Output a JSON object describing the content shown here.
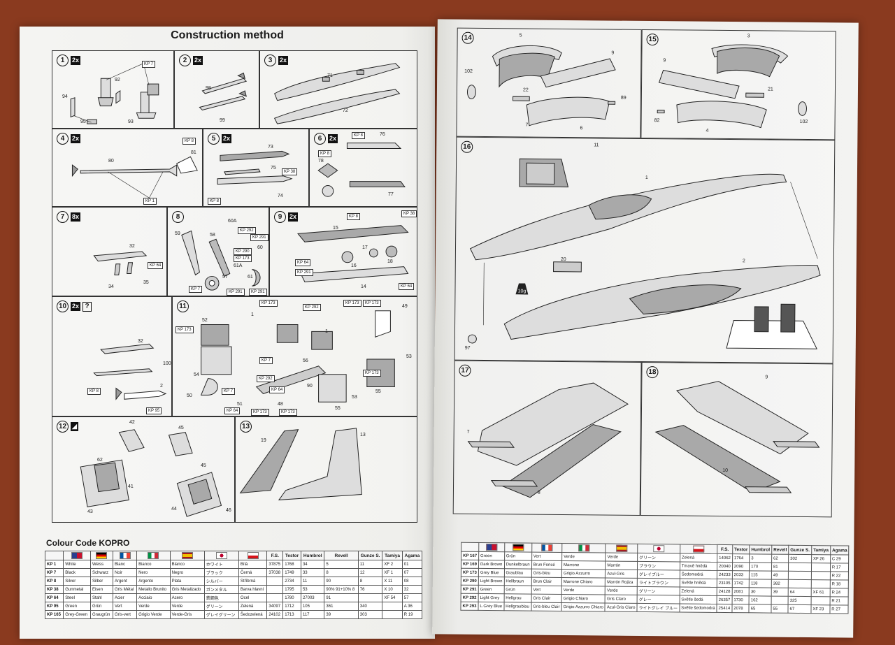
{
  "left_page": {
    "title": "Construction method",
    "steps": [
      {
        "num": "1",
        "mult": "2x",
        "labels": [
          "KP 7",
          "92",
          "94",
          "95",
          "93"
        ]
      },
      {
        "num": "2",
        "mult": "2x",
        "labels": [
          "98",
          "99"
        ]
      },
      {
        "num": "3",
        "mult": "2x",
        "labels": [
          "71",
          "72"
        ]
      },
      {
        "num": "4",
        "mult": "2x",
        "labels": [
          "KP 8",
          "81",
          "80",
          "KP 1"
        ]
      },
      {
        "num": "5",
        "mult": "2x",
        "labels": [
          "73",
          "75",
          "KP 38",
          "74",
          "KP 8"
        ]
      },
      {
        "num": "6",
        "mult": "2x",
        "labels": [
          "KP 8",
          "76",
          "KP 8",
          "78",
          "77"
        ]
      },
      {
        "num": "7",
        "mult": "8x",
        "labels": [
          "32",
          "KP 64",
          "34",
          "35"
        ]
      },
      {
        "num": "8",
        "mult": "",
        "labels": [
          "60A",
          "KP 292",
          "KP 291",
          "59",
          "58",
          "60",
          "KP 290",
          "KP 173",
          "61A",
          "57",
          "61",
          "KP 7",
          "KP 291",
          "KP 291"
        ]
      },
      {
        "num": "9",
        "mult": "2x",
        "labels": [
          "KP 8",
          "KP 38",
          "15",
          "17",
          "KP 64",
          "16",
          "18",
          "KP 291",
          "14",
          "KP 64"
        ]
      },
      {
        "num": "10",
        "mult": "2x",
        "question": "?",
        "labels": [
          "32",
          "100",
          "2",
          "KP 8",
          "KP 95"
        ]
      },
      {
        "num": "11",
        "mult": "",
        "labels": [
          "1",
          "KP 173",
          "KP 292",
          "KP 173",
          "KP 173",
          "49",
          "KP 173",
          "52",
          "1",
          "KP 7",
          "56",
          "54",
          "53",
          "KP 292",
          "KP 64",
          "90",
          "KP 7",
          "KP 173",
          "55",
          "50",
          "51",
          "KP 64",
          "48",
          "KP 173",
          "KP 173",
          "53",
          "55"
        ]
      },
      {
        "num": "12",
        "mult": "",
        "labels": [
          "42",
          "45",
          "62",
          "41",
          "45",
          "43",
          "44",
          "46"
        ]
      },
      {
        "num": "13",
        "mult": "",
        "labels": [
          "19",
          "13"
        ]
      }
    ],
    "colour_heading": "Colour Code KOPRO",
    "table_headers": [
      "",
      "",
      "",
      "",
      "",
      "",
      "",
      "",
      "F.S.",
      "Testor",
      "Humbrol",
      "Revell",
      "Gunze S.",
      "Tamiya",
      "Agama"
    ],
    "table_rows": [
      [
        "KP 1",
        "White",
        "Weiss",
        "Blanc",
        "Bianco",
        "Blanco",
        "ホワイト",
        "Bílá",
        "37875",
        "1768",
        "34",
        "5",
        "11",
        "XF 2",
        "01"
      ],
      [
        "KP 7",
        "Black",
        "Schwarz",
        "Noir",
        "Nero",
        "Negro",
        "ブラック",
        "Černá",
        "37038",
        "1749",
        "33",
        "8",
        "12",
        "XF 1",
        "07"
      ],
      [
        "KP 8",
        "Silver",
        "Silber",
        "Argent",
        "Argento",
        "Plata",
        "シルバー",
        "Stříbrná",
        "",
        "2734",
        "11",
        "90",
        "8",
        "X 11",
        "08"
      ],
      [
        "KP 38",
        "Gunmetal",
        "Eisen",
        "Gris Métal",
        "Metallo Brunito",
        "Gris Metalizado",
        "ガンメタル",
        "Barva hlavní",
        "",
        "1795",
        "53",
        "90% 91+10% 8",
        "76",
        "X 10",
        "32"
      ],
      [
        "KP 64",
        "Steel",
        "Stahl",
        "Acier",
        "Acciaio",
        "Acero",
        "鉄鋼色",
        "Ocel",
        "",
        "1780",
        "27003",
        "91",
        "",
        "XF 54",
        "57"
      ],
      [
        "KP 95",
        "Green",
        "Grün",
        "Vert",
        "Verde",
        "Verde",
        "グリーン",
        "Zelená",
        "34097",
        "1712",
        "105",
        "361",
        "340",
        "",
        "A 36"
      ],
      [
        "KP 165",
        "Grey-Green",
        "Graugrün",
        "Gris-vert",
        "Grigio Verde",
        "Verde-Gris",
        "グレイグリーン",
        "Šedozelená",
        "24102",
        "1713",
        "117",
        "39",
        "303",
        "",
        "R 19"
      ]
    ]
  },
  "right_page": {
    "steps": [
      {
        "num": "14",
        "labels": [
          "5",
          "9",
          "102",
          "22",
          "89",
          "7",
          "6"
        ]
      },
      {
        "num": "15",
        "labels": [
          "3",
          "9",
          "21",
          "82",
          "102",
          "4"
        ]
      },
      {
        "num": "16",
        "labels": [
          "11",
          "1",
          "20",
          "2",
          "10g",
          "97"
        ]
      },
      {
        "num": "17",
        "labels": [
          "7",
          "8"
        ]
      },
      {
        "num": "18",
        "labels": [
          "9",
          "10"
        ]
      }
    ],
    "table_headers": [
      "",
      "",
      "",
      "",
      "",
      "",
      "",
      "",
      "F.S.",
      "Testor",
      "Humbrol",
      "Revell",
      "Gunze S.",
      "Tamiya",
      "Agama"
    ],
    "table_rows": [
      [
        "KP 167",
        "Green",
        "Grün",
        "Vert",
        "Verde",
        "Verde",
        "グリーン",
        "Zelená",
        "14062",
        "1764",
        "3",
        "62",
        "302",
        "XF 26",
        "C 29"
      ],
      [
        "KP 169",
        "Dark Brown",
        "Dunkelbraun",
        "Brun Foncé",
        "Marrone",
        "Marrón",
        "ブラウン",
        "Tmavě hnědá",
        "20040",
        "2090",
        "170",
        "81",
        "",
        "",
        "R 17"
      ],
      [
        "KP 173",
        "Grey Blue",
        "Graublau",
        "Gris-bleu",
        "Grigio Azzurro",
        "Azul-Gris",
        "グレイブルー",
        "Šedomodrá",
        "24233",
        "2033",
        "115",
        "49",
        "",
        "",
        "R 22"
      ],
      [
        "KP 290",
        "Light Brown",
        "Hellbraun",
        "Brun Clair",
        "Marrone Chiaro",
        "Marrón Rojiza",
        "ライトブラウン",
        "Světle hnědá",
        "23105",
        "1742",
        "118",
        "382",
        "",
        "",
        "R 18"
      ],
      [
        "KP 291",
        "Green",
        "Grün",
        "Vert",
        "Verde",
        "Verde",
        "グリーン",
        "Zelená",
        "24128",
        "2081",
        "30",
        "39",
        "64",
        "XF 61",
        "R 24"
      ],
      [
        "KP 292",
        "Light Grey",
        "Hellgrau",
        "Gris Clair",
        "Grigio Chiaro",
        "Gris Claro",
        "グレー",
        "Světle šedá",
        "26357",
        "1730",
        "162",
        "",
        "325",
        "",
        "R 21"
      ],
      [
        "KP 293",
        "L.Grey Blue",
        "Hellgraublau",
        "Gris-bleu Clair",
        "Grigio Azzurro Chiaro",
        "Azul-Gris Claro",
        "ライトグレイ ブルー",
        "Světle šedomodrá",
        "25414",
        "2078",
        "65",
        "55",
        "67",
        "XF 23",
        "R 27"
      ]
    ]
  },
  "flags": [
    "uk-us",
    "de",
    "fr",
    "it",
    "es",
    "jp",
    "cz"
  ],
  "colors": {
    "desk": "#8a3a1f",
    "paper": "#f1f1ef",
    "part_fill": "#a9a9a9",
    "ink": "#1a1a1a"
  }
}
